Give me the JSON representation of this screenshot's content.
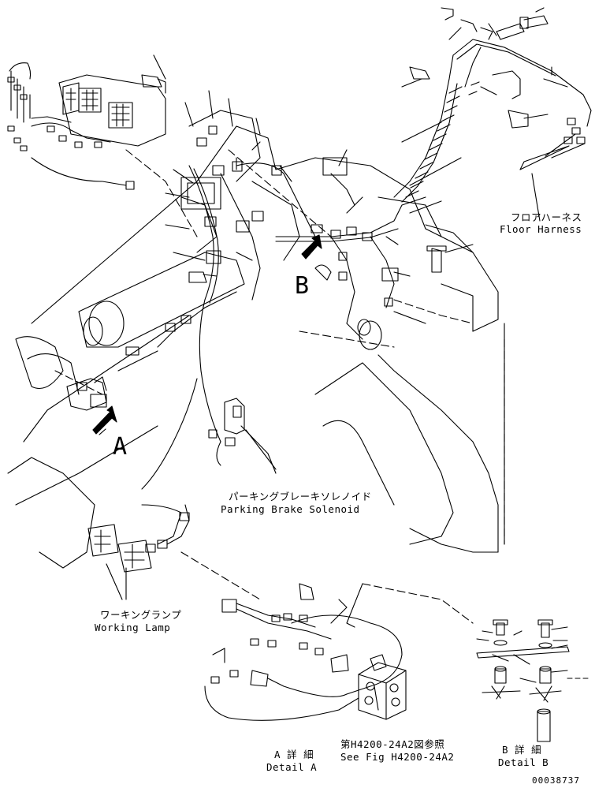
{
  "labels": {
    "floor_harness_jp": "フロアハーネス",
    "floor_harness_en": "Floor Harness",
    "parking_brake_jp": "パーキングブレーキソレノイド",
    "parking_brake_en": "Parking Brake Solenoid",
    "working_lamp_jp": "ワーキングランプ",
    "working_lamp_en": "Working Lamp",
    "detail_a_jp": "A 詳 細",
    "detail_a_en": "Detail A",
    "see_fig_jp": "第H4200-24A2図参照",
    "see_fig_en": "See Fig H4200-24A2",
    "detail_b_jp": "B 詳 細",
    "detail_b_en": "Detail B",
    "view_a": "A",
    "view_b": "B",
    "drawing_number": "00038737"
  }
}
